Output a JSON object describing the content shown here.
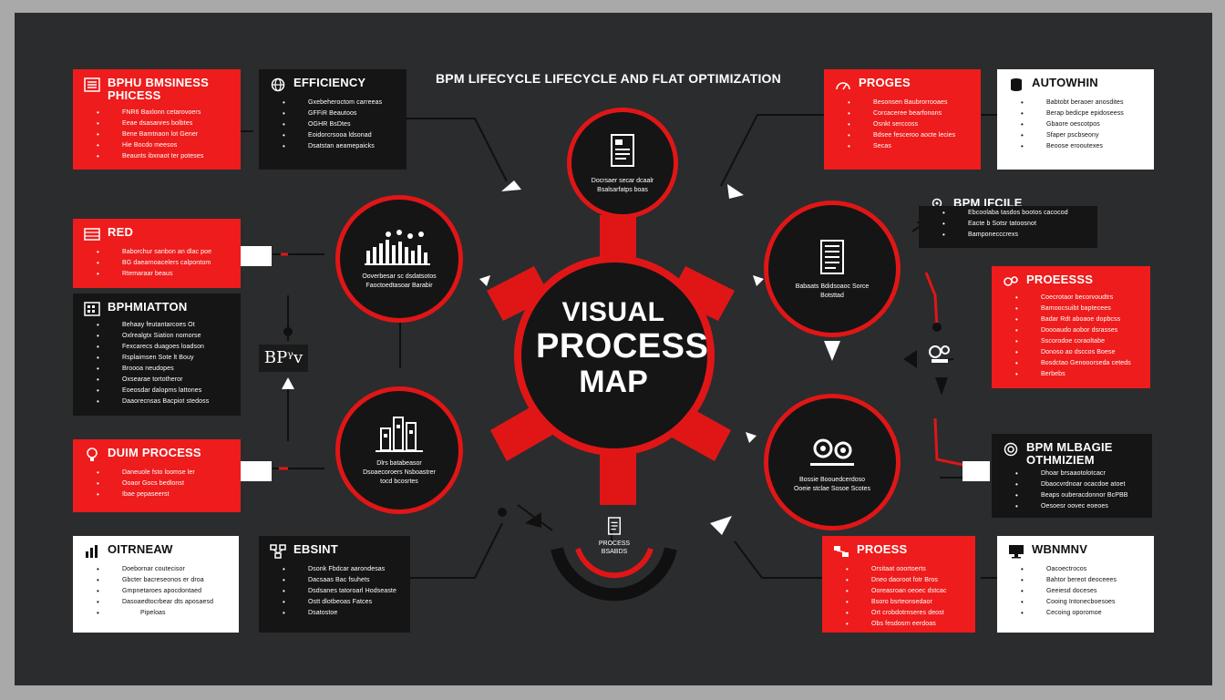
{
  "title": "BPM LIFECYCLE LIFECYCLE AND FLAT OPTIMIZATION",
  "hub": {
    "line1": "VISUAL",
    "line2": "PROCESS",
    "line3": "MAP"
  },
  "bpm_tag": "BPᵞv",
  "bottom_node": {
    "line1": "PROCESS",
    "line2": "BSABDS"
  },
  "cards": [
    {
      "id": "bpm-business",
      "label": "BPHU BMSINESS PHICESS",
      "bullets": [
        "FNR6 Baxlonn cetarovoers",
        "Eeae dsasanres bolbtes",
        "Bene Bamtnaon lot Gener",
        "Hie Bocdo meesos",
        "Beaunts ibxnaot ter poteses"
      ]
    },
    {
      "id": "efficiency",
      "label": "EFFICIENCY",
      "bullets": [
        "Gxebeheroctom carreeas",
        "GFFiR Beautoos",
        "OGHR BsDtes",
        "Eoidorcrsooa ldsonad",
        "Dsatstan aeamepaicks"
      ]
    },
    {
      "id": "red",
      "label": "RED",
      "bullets": [
        "Baborchur sanbon an dlac poe",
        "BG daearnoacelers calpontom",
        "Rtemaraar beaus"
      ]
    },
    {
      "id": "bpminatton",
      "label": "BPHMIATTON",
      "bullets": [
        "Behaay feutantarcoes Ot",
        "Oxlrealgtx Siation nomorse",
        "Fexcarecs duagoes loadson",
        "Rsplaimsen Sote lt Bouy",
        "Broooa neudopes",
        "Oxsearae tortotheror",
        "Eoeosdar dalopms lattones",
        "Daaorecnsas Bacpiot stedoss"
      ]
    },
    {
      "id": "duim-process",
      "label": "DUIM PROCESS",
      "bullets": [
        "Daneuole fsto loomse ler",
        "Ooaor Gocs bedlonst",
        "Ibae pepaseerst"
      ]
    },
    {
      "id": "oitrneaw",
      "label": "OITRNEAW",
      "bullets": [
        "Doebornar coutecisor",
        "Gbcter bacreseonos er droa",
        "Gmpnetaroes apocdontaed",
        "Dasoaedtocrbear dts aposaesd",
        "Pipeloas"
      ]
    },
    {
      "id": "ebsint",
      "label": "EBSINT",
      "bullets": [
        "Dsonk Fbdcar aarondesas",
        "Dacsaas Bac fsuhets",
        "Dsdsanes tatoroarl Hodseaste",
        "Ostt dlotbeoas Fatces",
        "Dsatostoe"
      ]
    },
    {
      "id": "proges",
      "label": "PROGES",
      "bullets": [
        "Besonsen Baubrorrooaes",
        "Corcaceree bearfonons",
        "Osnkt serccoss",
        "Bdsee fesceroo aocte lecies",
        "Secas"
      ]
    },
    {
      "id": "autowhin",
      "label": "AUTOWHIN",
      "bullets": [
        "Babtobt beraoer anosdites",
        "Berap bedicpe epidoseess",
        "Gbaore oescotpos",
        "Sfaper pscbseony",
        "Beoose erooutexes"
      ]
    },
    {
      "id": "bpm-ifcile",
      "label": "BPM IFCILE",
      "bullets": [
        "Ebcoolaba tasdos bootos cacocod",
        "Eacte b Sotsr tatoosnot",
        "Bamponecccrexs"
      ]
    },
    {
      "id": "proesess",
      "label": "PROEESSS",
      "bullets": [
        "Coecrotaor becorvoudtrs",
        "Bamoocsuibt baptecees",
        "Badar Rdt aboaoe dopbcss",
        "Doooaudo aobor dsrasses",
        "Sscorodoe coraoltabe",
        "Donoso ao dsccos Boese",
        "Bosdctao Genooorseda ceteds",
        "Berbebs"
      ]
    },
    {
      "id": "bpm-mlbagie",
      "label": "BPM MLBAGIE OTHMIZIEM",
      "bullets": [
        "Dhoar brsaaotolotcacr",
        "Dbaocvrdnoar ocacdoe atoet",
        "Beaps ouberacdonnor BcPBB",
        "Oesoesr oovec eoeoes"
      ]
    },
    {
      "id": "process-b",
      "label": "PROESS",
      "bullets": [
        "Orsitaat ooortoerts",
        "Dneo daoroot fotr Bros",
        "Ooreasroan oeoec dstcac",
        "Bsoro bsrteonsedaor",
        "Ort crobdotrnseres deost",
        "Obs fesdosrn eerdoas"
      ]
    },
    {
      "id": "wbnmnv",
      "label": "WBNMNV",
      "bullets": [
        "Oacoectrocos",
        "Bahtor bereot deoceees",
        "Geeiesd doceses",
        "Cooing Intonecboesoes",
        "Cecoing oporomoe"
      ]
    }
  ],
  "nodes": [
    {
      "id": "top",
      "text": "Docrsaer secar dcaalr Bsalsarfatps boas"
    },
    {
      "id": "left-top",
      "text": "Ooverbesar sc dsdatsotos Faoctoedtasoar Barabir"
    },
    {
      "id": "left-bottom",
      "text": "Dlrs batabeasor Dsoaecoroers Nsboastrer tocd bcosrtes"
    },
    {
      "id": "right-top",
      "text": "Babaats Bdidsoaoc Sorce Botsttad"
    },
    {
      "id": "right-bottom",
      "text": "Bossie Boouedcerdoso Ooeie stclae Sosoe Scotes"
    }
  ]
}
